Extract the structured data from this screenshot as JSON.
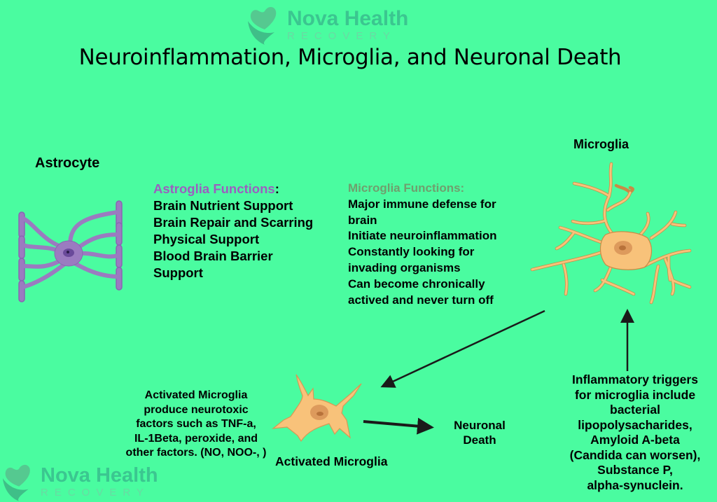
{
  "logo": {
    "brand": "Nova Health",
    "sub": "RECOVERY",
    "icon": "heart-hand-icon"
  },
  "title": "Neuroinflammation, Microglia, and Neuronal Death",
  "astrocyte": {
    "label": "Astrocyte",
    "icon": "astrocyte-cell-icon",
    "color": "#9b7bc0"
  },
  "astroglia_functions": {
    "heading": "Astroglia Functions",
    "heading_suffix": ":",
    "heading_color": "#9b5fc0",
    "items": [
      "Brain Nutrient Support",
      "Brain Repair and Scarring",
      "Physical Support",
      "Blood Brain Barrier",
      "Support"
    ]
  },
  "microglia_functions": {
    "heading": "Microglia Functions:",
    "heading_color": "#6f9f6e",
    "items": [
      "Major immune defense for",
      "brain",
      "Initiate neuroinflammation",
      "Constantly looking for",
      "invading organisms",
      "Can become chronically",
      "actived and never turn off"
    ]
  },
  "microglia": {
    "label": "Microglia",
    "icon": "microglia-cell-icon",
    "color": "#f8c27a"
  },
  "activated_microglia": {
    "label": "Activated Microglia",
    "icon": "activated-microglia-cell-icon",
    "description": [
      "Activated Microglia",
      "produce neurotoxic",
      "factors such as TNF-a,",
      "IL-1Beta, peroxide, and",
      "other factors. (NO, NOO-, )"
    ]
  },
  "neuronal_death": {
    "lines": [
      "Neuronal",
      "Death"
    ]
  },
  "triggers": {
    "lines": [
      "Inflammatory triggers",
      "for microglia include",
      "bacterial",
      "lipopolysacharides,",
      "Amyloid A-beta",
      "(Candida can worsen),",
      "Substance P,",
      "alpha-synuclein."
    ]
  }
}
